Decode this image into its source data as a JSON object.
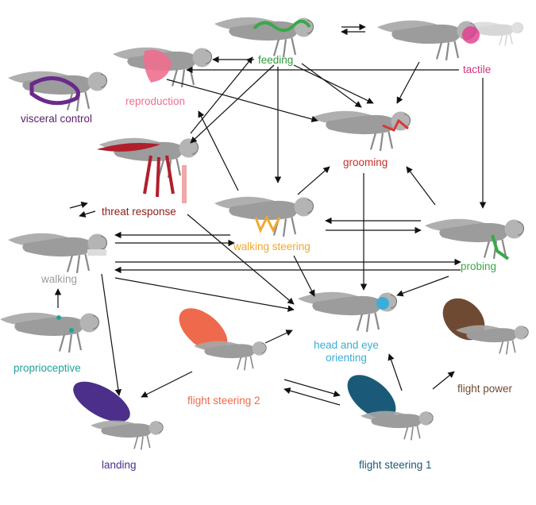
{
  "modules": {
    "feeding": {
      "label": "feeding",
      "color": "#2e9a3c"
    },
    "tactile": {
      "label": "tactile",
      "color": "#d0357e"
    },
    "reproduction": {
      "label": "reproduction",
      "color": "#ee6f8f"
    },
    "visceral_control": {
      "label": "visceral control",
      "color": "#5b1e6e"
    },
    "grooming": {
      "label": "grooming",
      "color": "#c8302f"
    },
    "threat_response": {
      "label": "threat response",
      "color": "#8c1c1c"
    },
    "walking_steering": {
      "label": "walking steering",
      "color": "#f0a830"
    },
    "walking": {
      "label": "walking",
      "color": "#9c9c9c"
    },
    "probing": {
      "label": "probing",
      "color": "#3aa84a"
    },
    "proprioceptive": {
      "label": "proprioceptive",
      "color": "#1fa39a"
    },
    "head_eye_orienting": {
      "label_line1": "head and eye",
      "label_line2": "orienting",
      "color": "#3aaed8"
    },
    "flight_power": {
      "label": "flight power",
      "color": "#6f4a32"
    },
    "flight_steering_2": {
      "label": "flight steering 2",
      "color": "#ef6a4c"
    },
    "flight_steering_1": {
      "label": "flight steering 1",
      "color": "#1a5a78"
    },
    "landing": {
      "label": "landing",
      "color": "#4b2f8a"
    }
  }
}
